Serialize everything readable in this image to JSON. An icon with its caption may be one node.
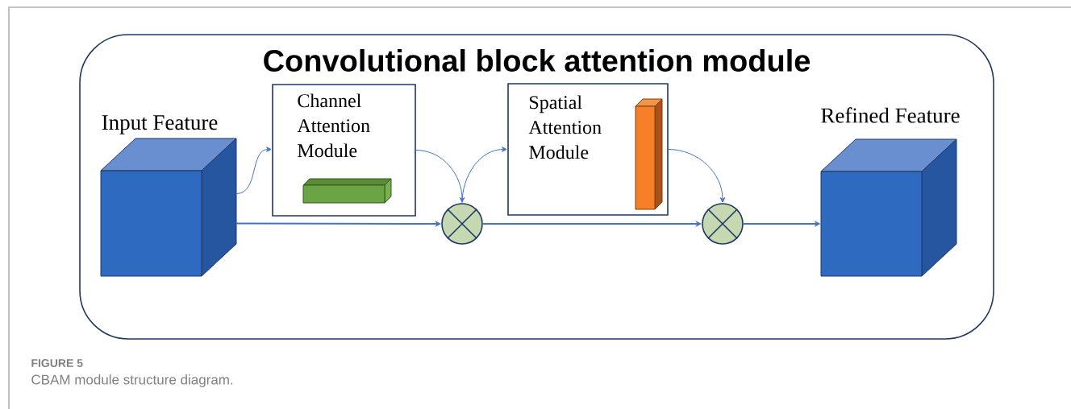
{
  "diagram": {
    "caption": "CBAM module structure diagram.",
    "nodes": [
      {
        "text": [
          "Convolutional block attention module"
        ]
      },
      {
        "text": [
          "Input Feature"
        ],
        "in": 0
      },
      {
        "text": [
          "Channel Attention Module"
        ],
        "in": 0
      },
      {
        "text": [],
        "shape": "circle",
        "in": 0
      },
      {
        "text": [
          "Spatial Attention Module"
        ],
        "in": 0
      },
      {
        "text": [],
        "shape": "circle",
        "in": 0
      },
      {
        "text": [
          "Refined Feature"
        ],
        "in": 0
      }
    ],
    "edges": [
      {
        "from": 1,
        "to": 2,
        "arrow": "to"
      },
      {
        "from": 1,
        "to": 3,
        "arrow": "to"
      },
      {
        "from": 2,
        "to": 3,
        "arrow": "to"
      },
      {
        "from": 3,
        "to": 4,
        "arrow": "to"
      },
      {
        "from": 3,
        "to": 5,
        "arrow": "to"
      },
      {
        "from": 4,
        "to": 5,
        "arrow": "to"
      },
      {
        "from": 5,
        "to": 6,
        "arrow": "to"
      }
    ],
    "labels": [
      "FIGURE 5"
    ]
  }
}
